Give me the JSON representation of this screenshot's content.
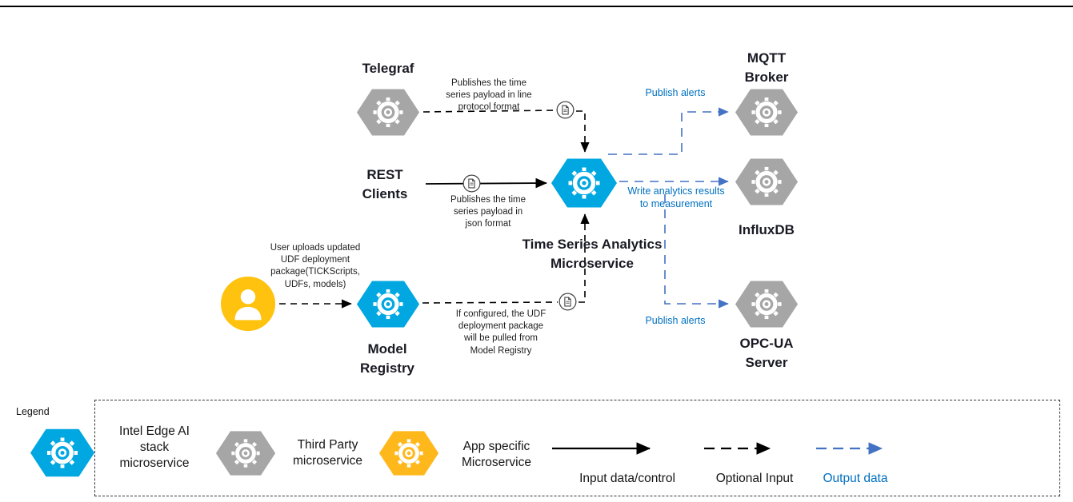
{
  "diagram": {
    "nodes": {
      "telegraf": "Telegraf",
      "rest_clients": "REST\nClients",
      "mqtt_broker": "MQTT\nBroker",
      "influxdb": "InfluxDB",
      "opcua_server": "OPC-UA\nServer",
      "model_registry": "Model\nRegistry",
      "tsa_microservice": "Time Series Analytics\nMicroservice"
    },
    "annotations": {
      "line_protocol": "Publishes the time\nseries payload in line\nprotocol format",
      "json_format": "Publishes the time\nseries payload in\njson format",
      "user_uploads": "User uploads updated\nUDF deployment\npackage(TICKScripts,\nUDFs, models)",
      "if_configured": "If configured, the UDF\ndeployment package\nwill be pulled from\nModel Registry",
      "publish_alerts_top": "Publish alerts",
      "write_results": "Write analytics results\nto measurement",
      "publish_alerts_bottom": "Publish alerts"
    },
    "icons": {
      "gear": "gear-icon",
      "document": "document-icon",
      "user": "user-icon"
    }
  },
  "legend": {
    "title": "Legend",
    "items": [
      {
        "label": "Intel Edge AI\nstack\nmicroservice",
        "color_key": "node_blue"
      },
      {
        "label": "Third Party\nmicroservice",
        "color_key": "node_gray"
      },
      {
        "label": "App specific\nMicroservice",
        "color_key": "node_gold"
      }
    ],
    "arrows": [
      {
        "label": "Input data/control",
        "style": "solid-black"
      },
      {
        "label": "Optional Input",
        "style": "dashed-black"
      },
      {
        "label": "Output data",
        "style": "dashed-blue"
      }
    ]
  },
  "colors": {
    "node_blue": "#00A7E1",
    "node_gray": "#A6A6A6",
    "node_gold": "#FFB81C",
    "user_gold": "#FFC20E",
    "blue_text": "#0070C0",
    "arrow_blue": "#4472C4"
  }
}
